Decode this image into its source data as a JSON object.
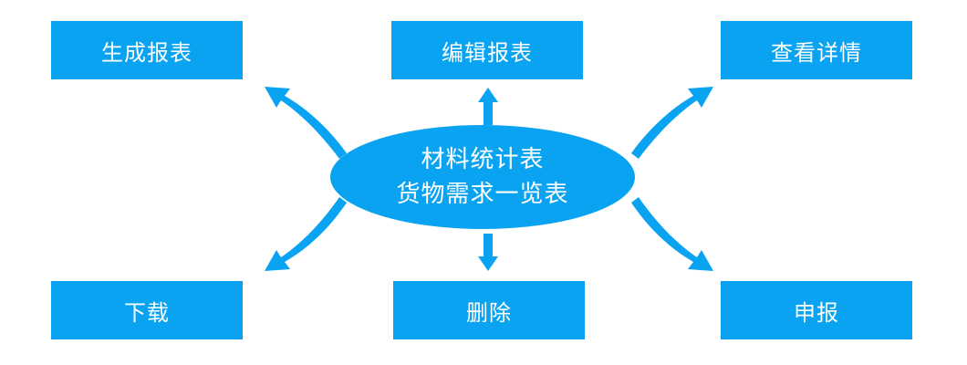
{
  "colors": {
    "primary": "#0AA3F2",
    "background": "#FFFFFF",
    "text": "#FFFFFF"
  },
  "center": {
    "line1": "材料统计表",
    "line2": "货物需求一览表"
  },
  "actions": {
    "generate": "生成报表",
    "edit": "编辑报表",
    "view": "查看详情",
    "download": "下载",
    "delete": "删除",
    "report": "申报"
  }
}
